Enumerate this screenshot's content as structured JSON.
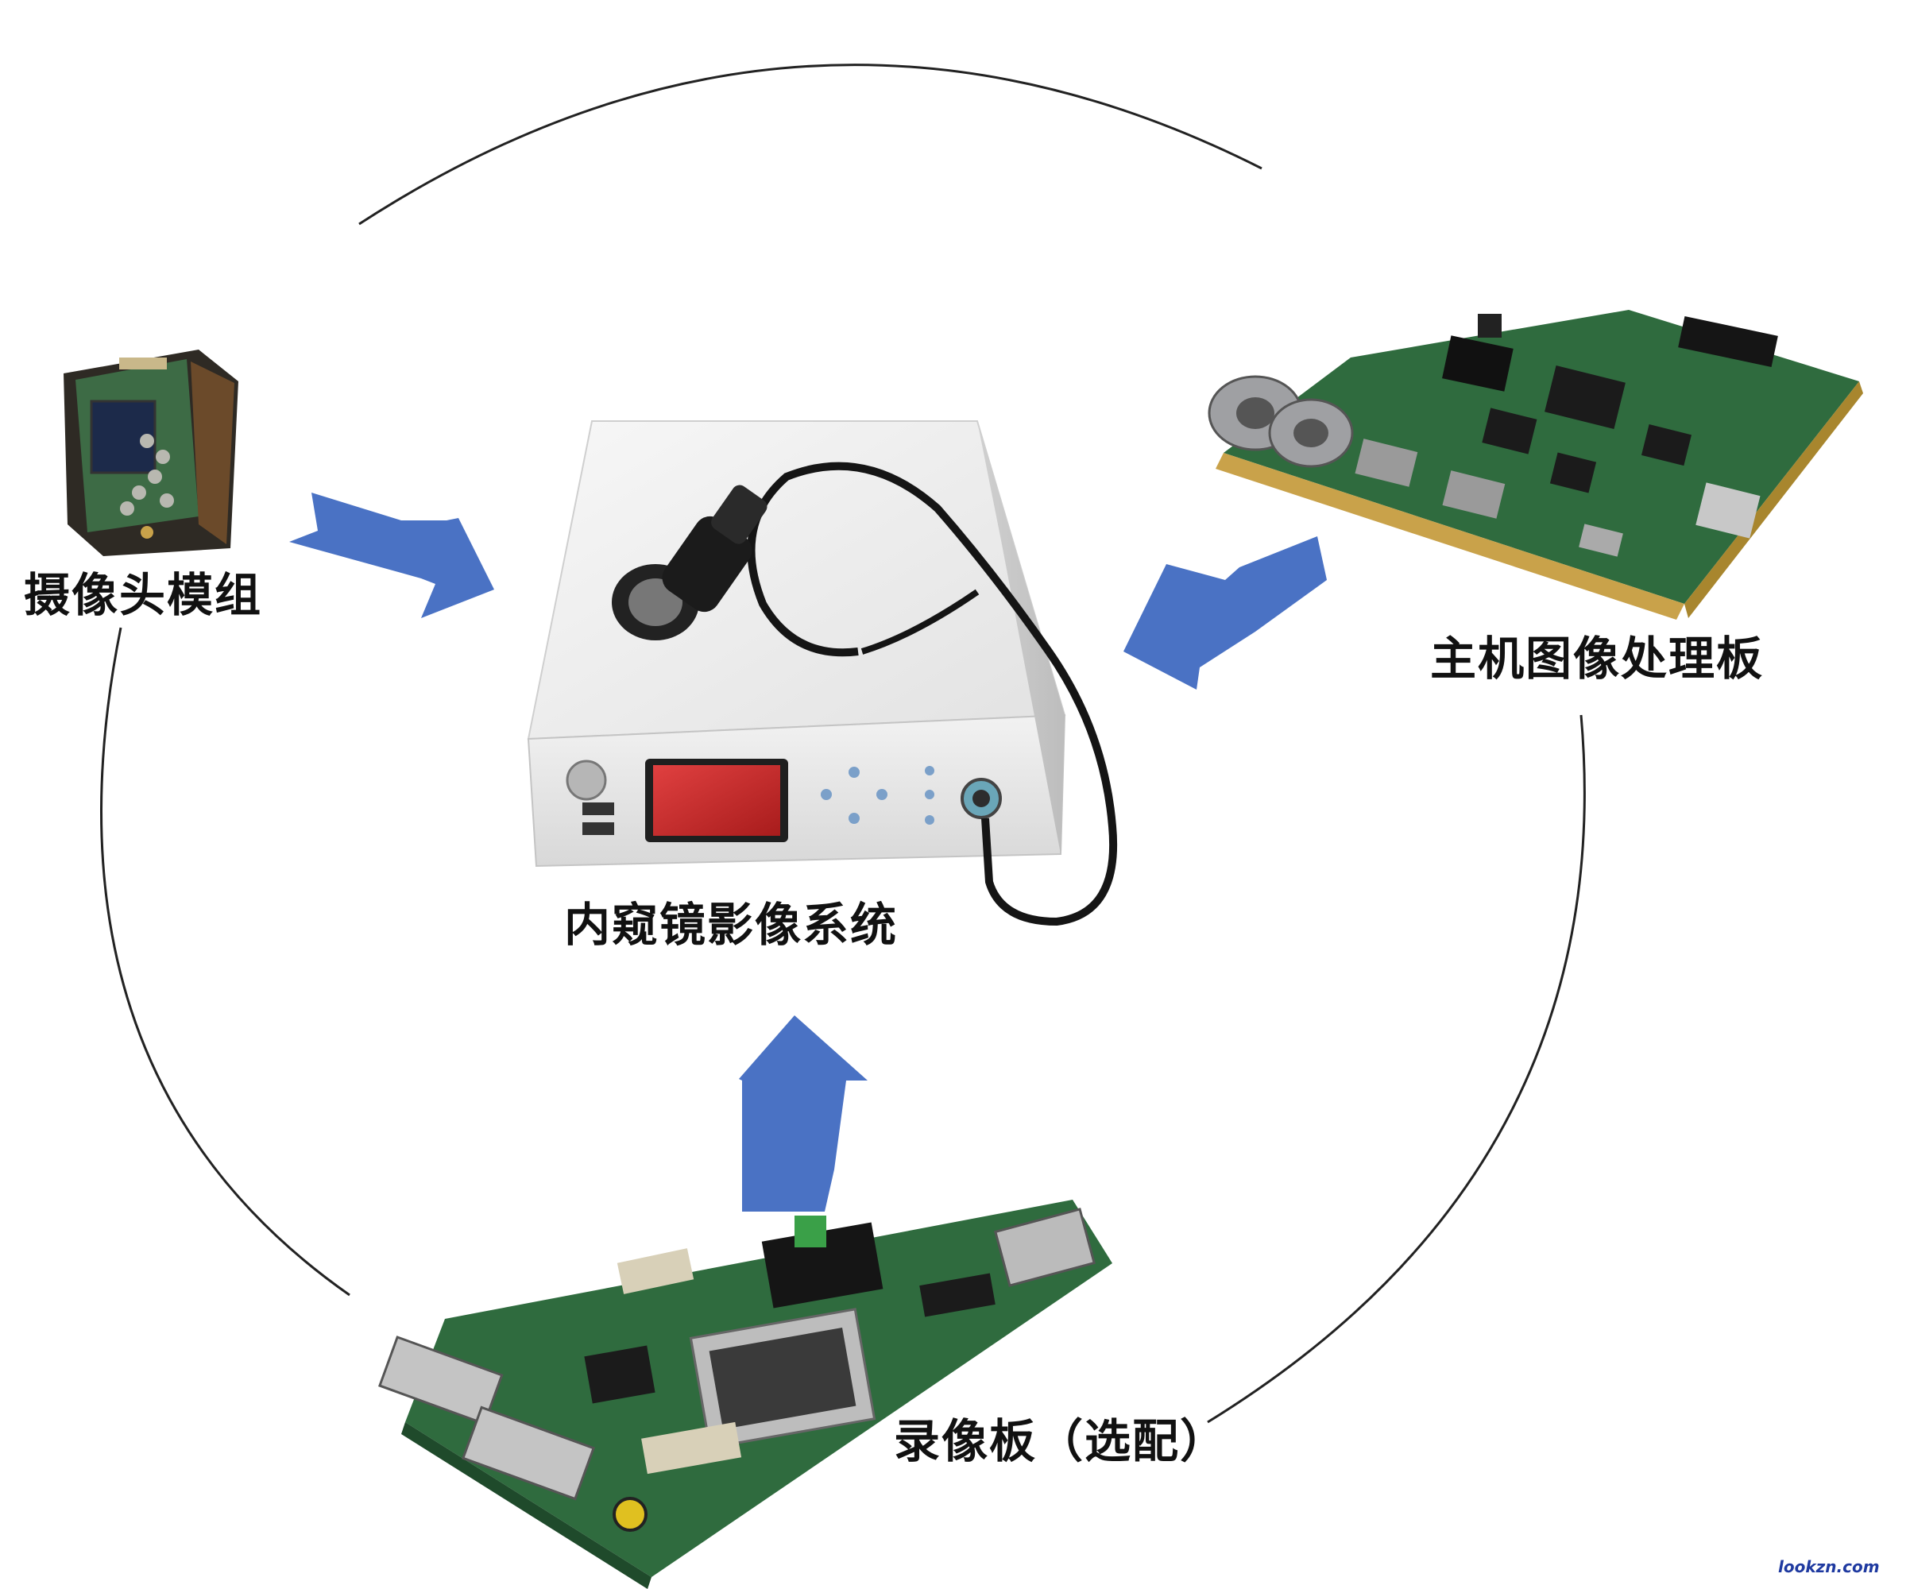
{
  "nodes": {
    "camera_module": {
      "label": "摄像头模组"
    },
    "host_board": {
      "label": "主机图像处理板"
    },
    "endoscope_system": {
      "label": "内窥镜影像系统"
    },
    "recorder_board": {
      "label": "录像板（选配）"
    }
  },
  "arrows": [
    {
      "from": "camera_module",
      "to": "endoscope_system"
    },
    {
      "from": "host_board",
      "to": "endoscope_system"
    },
    {
      "from": "recorder_board",
      "to": "endoscope_system"
    }
  ],
  "watermark": "lookzn.com",
  "colors": {
    "arrow": "#4a72c4",
    "ring": "#222222",
    "pcb_green": "#2f6b3e",
    "pcb_dark": "#1f4a2b",
    "device_body": "#eeeeee",
    "screen": "#cc2a2a"
  }
}
